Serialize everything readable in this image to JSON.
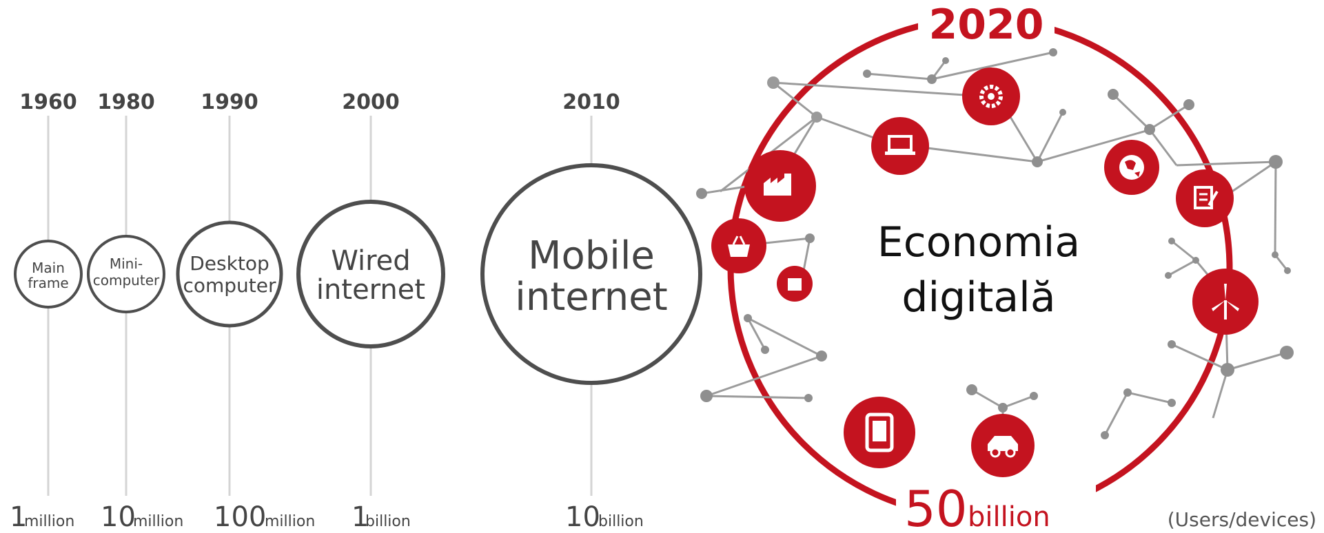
{
  "timeline": [
    {
      "year": "1960",
      "bubble_lines": [
        "Main",
        "frame"
      ],
      "count_num": "1",
      "count_unit": "million"
    },
    {
      "year": "1980",
      "bubble_lines": [
        "Mini-",
        "computer"
      ],
      "count_num": "10",
      "count_unit": "million"
    },
    {
      "year": "1990",
      "bubble_lines": [
        "Desktop",
        "computer"
      ],
      "count_num": "100",
      "count_unit": "million"
    },
    {
      "year": "2000",
      "bubble_lines": [
        "Wired",
        "internet"
      ],
      "count_num": "1",
      "count_unit": "billion"
    },
    {
      "year": "2010",
      "bubble_lines": [
        "Mobile",
        "internet"
      ],
      "count_num": "10",
      "count_unit": "billion"
    }
  ],
  "future": {
    "year": "2020",
    "title_lines": [
      "Economia",
      "digitală"
    ],
    "count_num": "50",
    "count_unit": "billion",
    "note": "(Users/devices)"
  },
  "icons": [
    "gear-icon",
    "laptop-icon",
    "factory-icon",
    "globe-icon",
    "document-icon",
    "shopping-basket-icon",
    "building-icon",
    "wind-turbine-icon",
    "tablet-icon",
    "car-icon"
  ],
  "colors": {
    "accent": "#c4131f",
    "ink": "#444444",
    "line": "#cfcfcf",
    "node": "#8a8a8a"
  }
}
